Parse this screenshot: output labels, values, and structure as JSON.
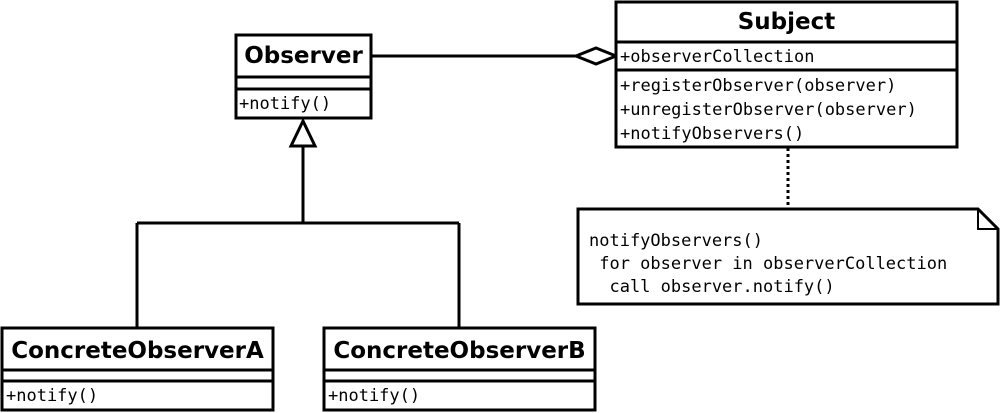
{
  "classes": {
    "observer": {
      "name": "Observer",
      "attributes": [],
      "methods": [
        "+notify()"
      ]
    },
    "subject": {
      "name": "Subject",
      "attributes": [
        "+observerCollection"
      ],
      "methods": [
        "+registerObserver(observer)",
        "+unregisterObserver(observer)",
        "+notifyObservers()"
      ]
    },
    "concrete_observer_a": {
      "name": "ConcreteObserverA",
      "attributes": [],
      "methods": [
        "+notify()"
      ]
    },
    "concrete_observer_b": {
      "name": "ConcreteObserverB",
      "attributes": [],
      "methods": [
        "+notify()"
      ]
    }
  },
  "note": {
    "lines": [
      "notifyObservers()",
      " for observer in observerCollection",
      "  call observer.notify()"
    ]
  },
  "colors": {
    "line": "#000000",
    "background": "#ffffff"
  }
}
